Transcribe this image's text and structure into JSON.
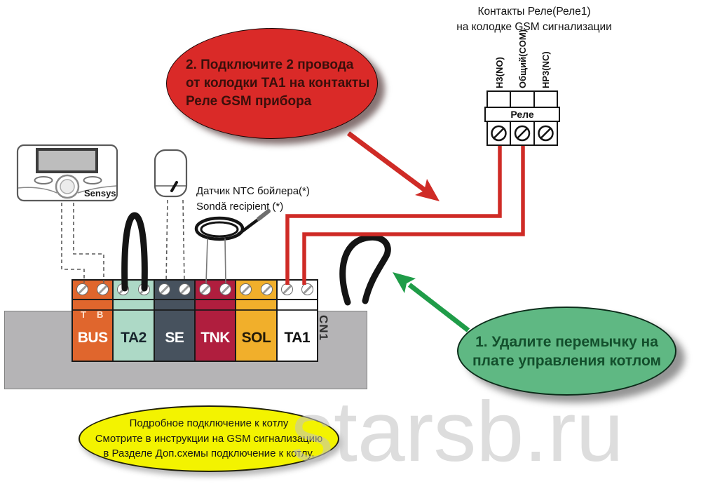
{
  "header": {
    "line1": "Контакты Реле(Реле1)",
    "line2": "на колодке GSM сигнализации"
  },
  "relay": {
    "label": "Реле",
    "contacts": [
      "Н3(NO)",
      "Общий(COM)",
      "НР3(NC)"
    ]
  },
  "thermostat": {
    "label": "Sensys"
  },
  "ntc_note": {
    "line1": "Датчик NTC бойлера(*)",
    "line2": "Sondă recipient (*)"
  },
  "board": {
    "connector_label": "CN1"
  },
  "terminals": {
    "blocks": [
      {
        "label": "BUS",
        "sub_t": "T",
        "sub_b": "B",
        "bg": "#E0662D",
        "fg": "#FFFFFF"
      },
      {
        "label": "TA2",
        "bg": "#ADD9C6",
        "fg": "#19262E"
      },
      {
        "label": "SE",
        "bg": "#47525E",
        "fg": "#FFFFFF"
      },
      {
        "label": "TNK",
        "bg": "#B01E3E",
        "fg": "#FFFFFF"
      },
      {
        "label": "SOL",
        "bg": "#F1AF2B",
        "fg": "#221A08"
      },
      {
        "label": "TA1",
        "bg": "#FFFFFF",
        "fg": "#101010"
      }
    ]
  },
  "callouts": {
    "step2": {
      "bg": "#DA2A28",
      "fg": "#3A0F0B",
      "lines": [
        "2. Подключите 2 провода",
        "от колодки ТА1 на контакты",
        "Реле GSM прибора"
      ]
    },
    "step1": {
      "bg": "#5FB883",
      "fg": "#134F2C",
      "lines": [
        "1. Удалите перемычку на",
        "плате управления котлом"
      ]
    },
    "note": {
      "bg": "#F3F300",
      "fg": "#161616",
      "lines": [
        "Подробное подключение к котлу",
        "Смотрите в инструкции на GSM сигнализацию",
        "в Разделе Доп.схемы подключение к котлу."
      ]
    }
  },
  "watermark": "starsb.ru",
  "colors": {
    "wire_red": "#CF2B26",
    "arrow_green": "#1F9C48",
    "jumper_black": "#141414",
    "board_gray": "#B5B4B6",
    "screen_gray": "#BDBDBD"
  }
}
